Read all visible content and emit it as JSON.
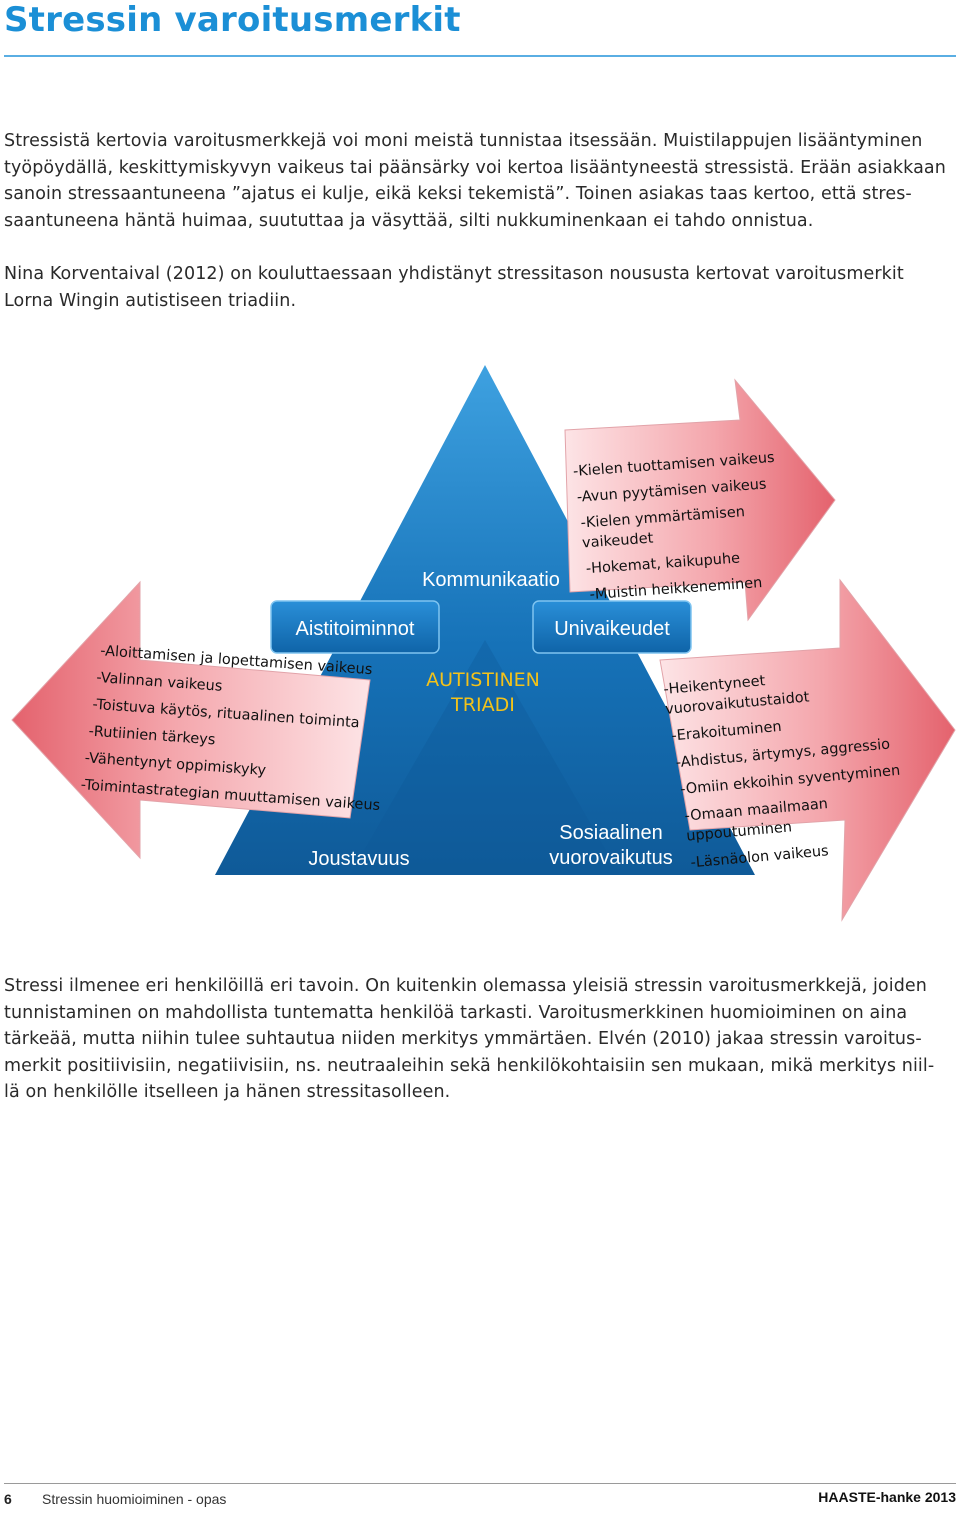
{
  "title": "Stressin varoitusmerkit",
  "paragraph1": [
    "Stressistä kertovia varoitusmerkkejä voi moni meistä tunnistaa itsessään. Muistilappujen lisääntyminen",
    "työpöydällä, keskittymiskyvyn vaikeus tai päänsärky voi kertoa lisääntyneestä stressistä. Erään asiakkaan",
    "sanoin stressaantuneena ”ajatus ei kulje, eikä keksi tekemistä”. Toinen asiakas taas kertoo, että stres-",
    "saantuneena häntä huimaa, suututtaa ja väsyttää, silti nukkuminenkaan ei tahdo onnistua."
  ],
  "paragraph2": [
    "Nina Korventaival (2012) on kouluttaessaan yhdistänyt stressitason noususta kertovat varoitusmerkit",
    "Lorna Wingin autistiseen triadiin."
  ],
  "diagram": {
    "center": [
      "AUTISTINEN",
      "TRIADI"
    ],
    "kommunikaatio": "Kommunikaatio",
    "aistitoiminnot": "Aistitoiminnot",
    "univaikeudet": "Univaikeudet",
    "joustavuus": "Joustavuus",
    "sosiaalinen": [
      "Sosiaalinen",
      "vuorovaikutus"
    ],
    "arrow_top": [
      "-Kielen tuottamisen vaikeus",
      "-Avun pyytämisen vaikeus",
      "-Kielen ymmärtämisen",
      "vaikeudet",
      "-Hokemat, kaikupuhe",
      "-Muistin heikkeneminen"
    ],
    "arrow_left": [
      "-Aloittamisen ja lopettamisen vaikeus",
      "-Valinnan vaikeus",
      "-Toistuva käytös, rituaalinen toiminta",
      "-Rutiinien tärkeys",
      "-Vähentynyt oppimiskyky",
      "-Toimintastrategian muuttamisen vaikeus"
    ],
    "arrow_right": [
      "-Heikentyneet",
      "vuorovaikutustaidot",
      "-Erakoituminen",
      "-Ahdistus, ärtymys, aggressio",
      "-Omiin ekkoihin syventyminen",
      "-Omaan maailmaan",
      "uppoutuminen",
      "-Läsnäolon vaikeus"
    ],
    "colors": {
      "triangle": "#1672b8",
      "triangle_light": "#3ea1e0",
      "arrow_fill": "#f2a0a6",
      "arrow_edge": "#d8404d",
      "center_text": "#f3c21a"
    }
  },
  "paragraph3": [
    "Stressi ilmenee eri henkilöillä eri tavoin. On kuitenkin olemassa yleisiä stressin varoitusmerkkejä, joiden",
    "tunnistaminen on mahdollista tuntematta henkilöä tarkasti. Varoitusmerkkinen huomioiminen on aina",
    "tärkeää, mutta niihin tulee suhtautua niiden merkitys ymmärtäen. Elvén (2010) jakaa stressin varoitus-",
    "merkit positiivisiin, negatiivisiin, ns. neutraaleihin sekä henkilökohtaisiin sen mukaan, mikä merkitys niil-",
    "lä on henkilölle itselleen ja hänen stressitasolleen."
  ],
  "footer": {
    "page_number": "6",
    "title": "Stressin huomioiminen - opas",
    "brand": "HAASTE-hanke 2013"
  }
}
